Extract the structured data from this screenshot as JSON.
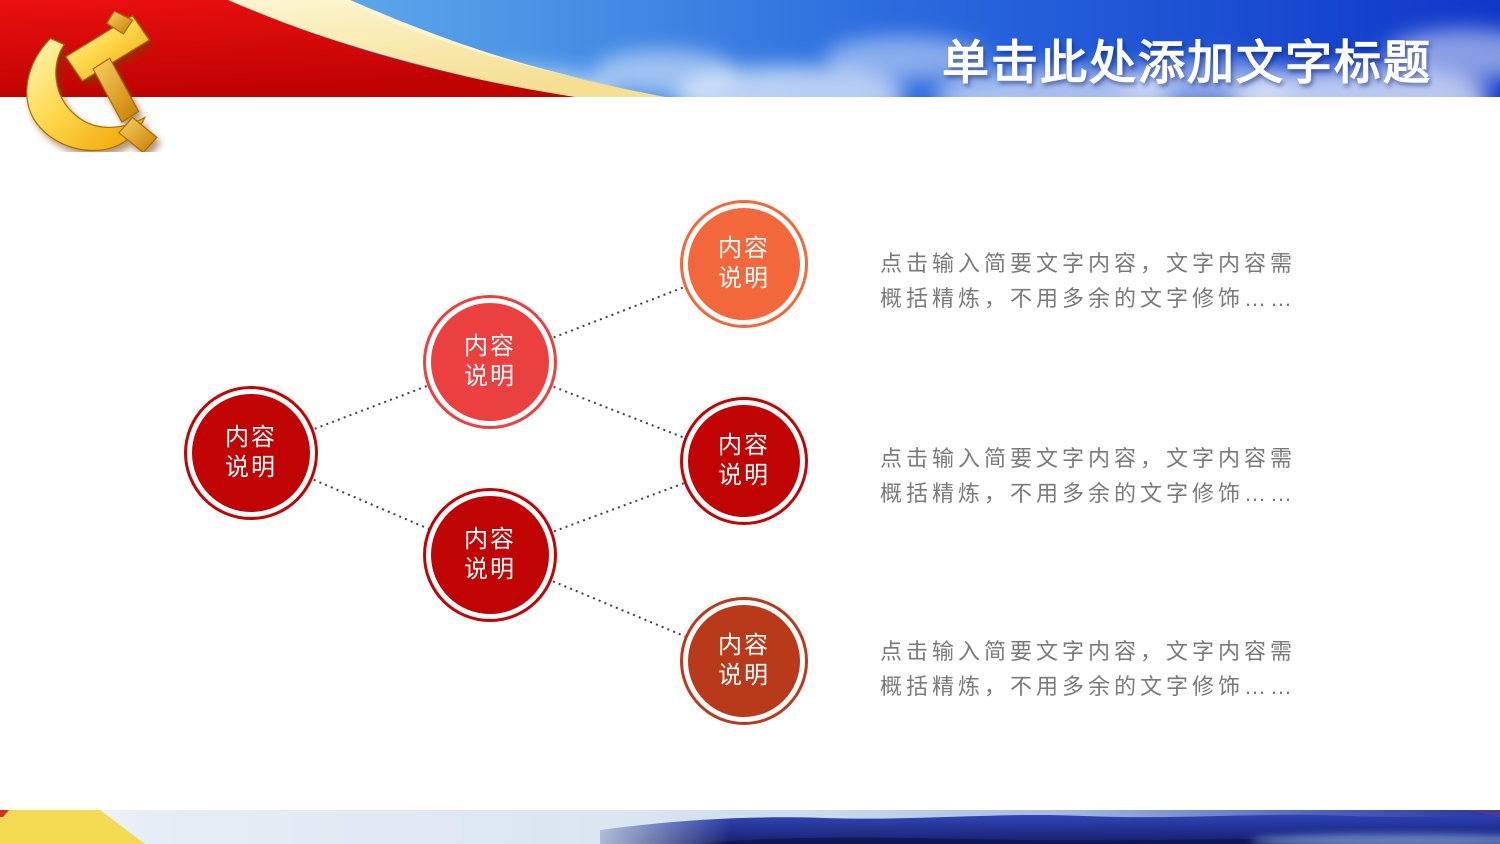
{
  "header": {
    "title": "单击此处添加文字标题",
    "emblem": "party-emblem",
    "colors": {
      "sky_left": "#8cc6f2",
      "sky_right": "#0f37c8",
      "ribbon_red": "#d40a0a",
      "ribbon_cream": "#fbf0bb",
      "emblem_gold": "#ffd84d"
    }
  },
  "diagram": {
    "connector_color": "#3f3f3f",
    "nodes": [
      {
        "id": "left",
        "line1": "内容",
        "line2": "说明",
        "color": "#c00404"
      },
      {
        "id": "top-middle",
        "line1": "内容",
        "line2": "说明",
        "color": "#ea4040"
      },
      {
        "id": "bottom-middle",
        "line1": "内容",
        "line2": "说明",
        "color": "#c00404"
      },
      {
        "id": "top-right",
        "line1": "内容",
        "line2": "说明",
        "color": "#f2683c"
      },
      {
        "id": "middle-right",
        "line1": "内容",
        "line2": "说明",
        "color": "#c00404"
      },
      {
        "id": "bottom-right",
        "line1": "内容",
        "line2": "说明",
        "color": "#b93a1b"
      }
    ]
  },
  "annotations": [
    {
      "line1": "点击输入简要文字内容，文字内容需",
      "line2": "概括精炼，不用多余的文字修饰……"
    },
    {
      "line1": "点击输入简要文字内容，文字内容需",
      "line2": "概括精炼，不用多余的文字修饰……"
    },
    {
      "line1": "点击输入简要文字内容，文字内容需",
      "line2": "概括精炼，不用多余的文字修饰……"
    }
  ],
  "footer": {
    "accent_yellow": "#f3da52",
    "accent_red": "#d2301e",
    "mountain_blue": "#16237e"
  }
}
